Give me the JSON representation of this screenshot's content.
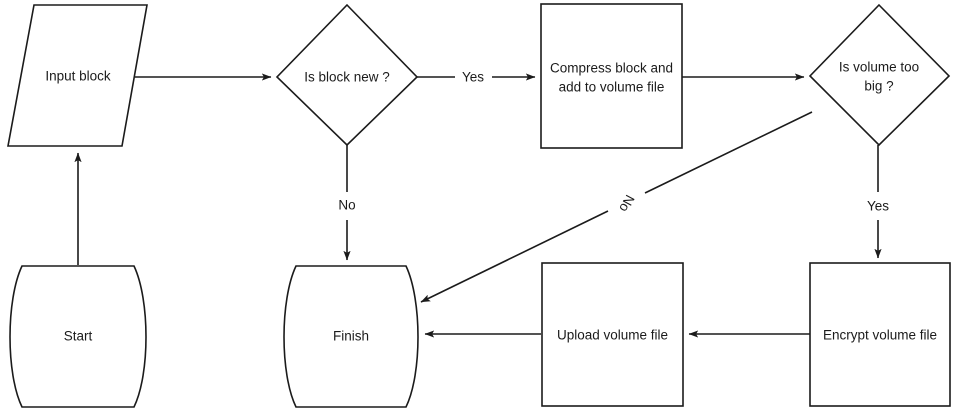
{
  "diagram": {
    "type": "flowchart",
    "background_color": "#ffffff",
    "stroke_color": "#1b1b1b",
    "text_color": "#1b1b1b",
    "nodes": [
      {
        "id": "start",
        "label": "Start",
        "shape": "barrel"
      },
      {
        "id": "input",
        "label": "Input block",
        "shape": "parallelogram"
      },
      {
        "id": "isnew",
        "label": "Is block new ?",
        "shape": "diamond"
      },
      {
        "id": "compress",
        "label_line1": "Compress block and",
        "label_line2": "add to volume file",
        "shape": "rectangle"
      },
      {
        "id": "isbig",
        "label_line1": "Is volume too",
        "label_line2": "big ?",
        "shape": "diamond"
      },
      {
        "id": "encrypt",
        "label": "Encrypt volume file",
        "shape": "rectangle"
      },
      {
        "id": "upload",
        "label": "Upload volume file",
        "shape": "rectangle"
      },
      {
        "id": "finish",
        "label": "Finish",
        "shape": "barrel"
      }
    ],
    "edge_labels": {
      "isnew_yes": "Yes",
      "isnew_no": "No",
      "isbig_yes": "Yes",
      "isbig_no": "No"
    },
    "edges": [
      {
        "from": "start",
        "to": "input",
        "label": ""
      },
      {
        "from": "input",
        "to": "isnew",
        "label": ""
      },
      {
        "from": "isnew",
        "to": "compress",
        "label": "Yes"
      },
      {
        "from": "isnew",
        "to": "finish",
        "label": "No"
      },
      {
        "from": "compress",
        "to": "isbig",
        "label": ""
      },
      {
        "from": "isbig",
        "to": "encrypt",
        "label": "Yes"
      },
      {
        "from": "isbig",
        "to": "finish",
        "label": "No"
      },
      {
        "from": "encrypt",
        "to": "upload",
        "label": ""
      },
      {
        "from": "upload",
        "to": "finish",
        "label": ""
      }
    ]
  }
}
